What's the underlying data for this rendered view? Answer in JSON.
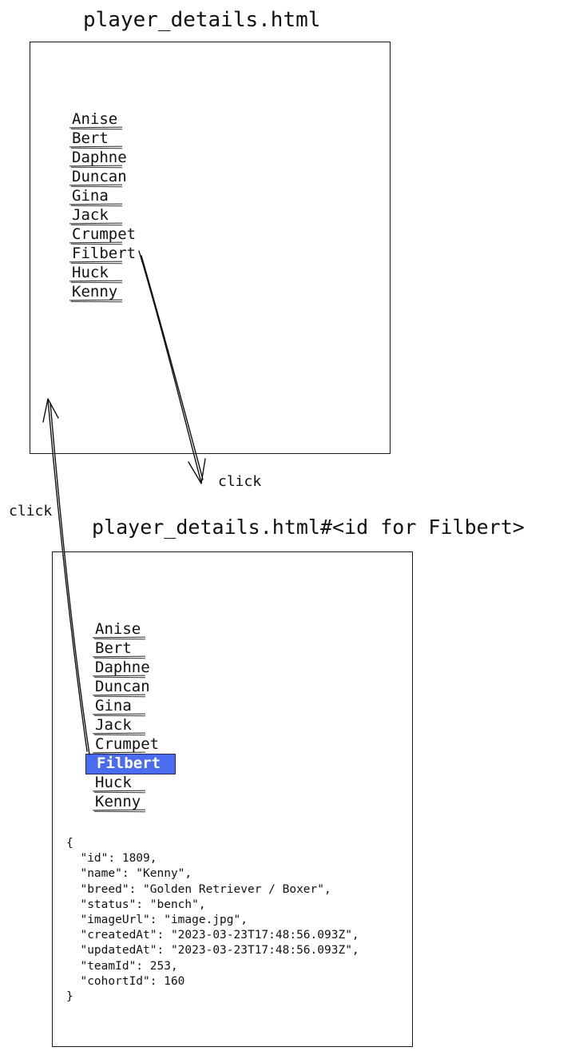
{
  "pages": {
    "top": {
      "title": "player_details.html",
      "players": [
        "Anise",
        "Bert",
        "Daphne",
        "Duncan",
        "Gina",
        "Jack",
        "Crumpet",
        "Filbert",
        "Huck",
        "Kenny"
      ]
    },
    "bottom": {
      "title": "player_details.html#<id for Filbert>",
      "players": [
        "Anise",
        "Bert",
        "Daphne",
        "Duncan",
        "Gina",
        "Jack",
        "Crumpet",
        "Filbert",
        "Huck",
        "Kenny"
      ],
      "selected_player": "Filbert",
      "json_lines": [
        "{",
        "  \"id\": 1809,",
        "  \"name\": \"Kenny\",",
        "  \"breed\": \"Golden Retriever / Boxer\",",
        "  \"status\": \"bench\",",
        "  \"imageUrl\": \"image.jpg\",",
        "  \"createdAt\": \"2023-03-23T17:48:56.093Z\",",
        "  \"updatedAt\": \"2023-03-23T17:48:56.093Z\",",
        "  \"teamId\": 253,",
        "  \"cohortId\": 160",
        "}"
      ]
    }
  },
  "arrows": {
    "forward_label": "click",
    "back_label": "click"
  },
  "colors": {
    "highlight": "#4a6cf0",
    "ink": "#111111"
  }
}
